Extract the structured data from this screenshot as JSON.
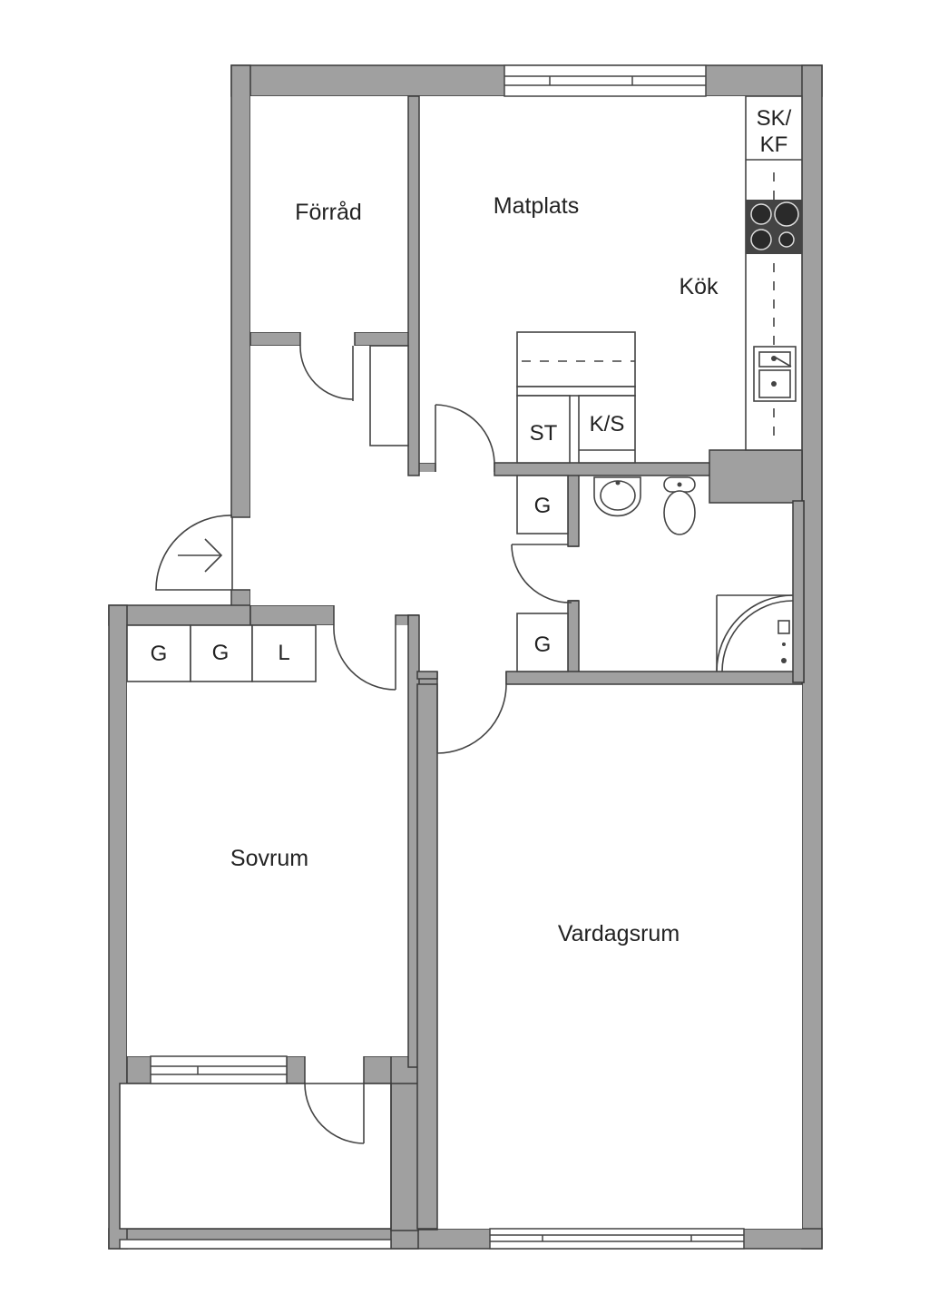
{
  "rooms": {
    "forrad": "Förråd",
    "matplats": "Matplats",
    "kok": "Kök",
    "sovrum": "Sovrum",
    "vardagsrum": "Vardagsrum"
  },
  "fixtures": {
    "sk_kf_line1": "SK/",
    "sk_kf_line2": "KF",
    "st": "ST",
    "ks": "K/S",
    "g_hall_upper": "G",
    "g_hall_lower": "G",
    "wardrobe_g1": "G",
    "wardrobe_g2": "G",
    "wardrobe_l": "L"
  },
  "colors": {
    "wall": "#a0a0a0",
    "wall_edge": "#3a3a3a",
    "stove": "#444444"
  }
}
